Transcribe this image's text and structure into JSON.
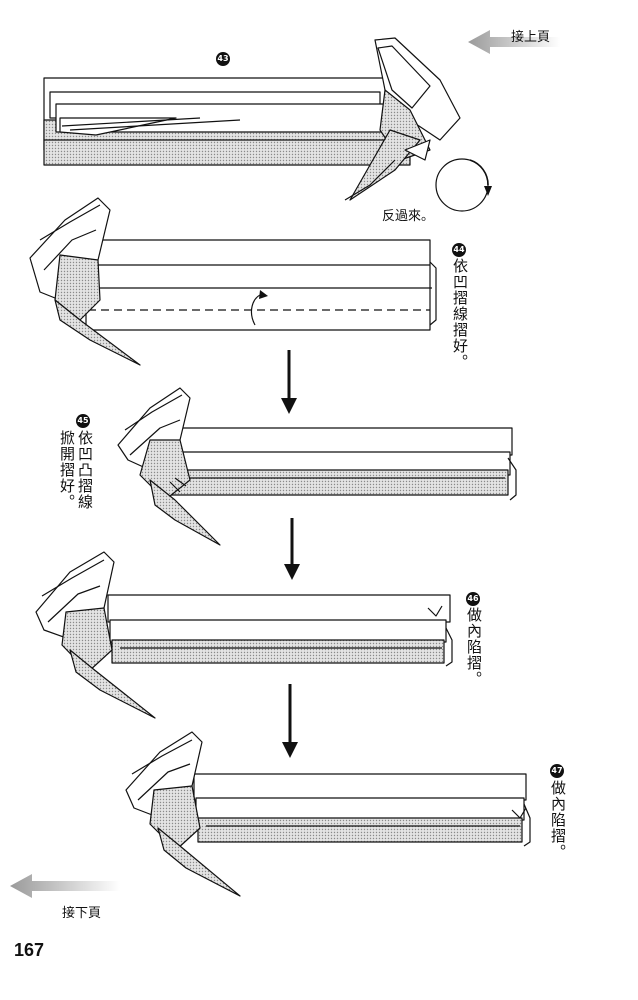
{
  "header": {
    "continue_from_prev": "接上頁"
  },
  "footer": {
    "continue_to_next": "接下頁",
    "page_number": "167"
  },
  "steps": [
    {
      "num": "43",
      "text": ""
    },
    {
      "num": "44",
      "text": "依凹摺線摺好。",
      "extra": "反過來。"
    },
    {
      "num": "45",
      "text_col1": "依凹凸摺線",
      "text_col2": "掀開摺好。"
    },
    {
      "num": "46",
      "text": "做內陷摺。"
    },
    {
      "num": "47",
      "text": "做內陷摺。"
    }
  ],
  "colors": {
    "ink": "#111111",
    "arrow_gray": "#bdbdbd",
    "screen_tone": "#c8c8c8"
  }
}
